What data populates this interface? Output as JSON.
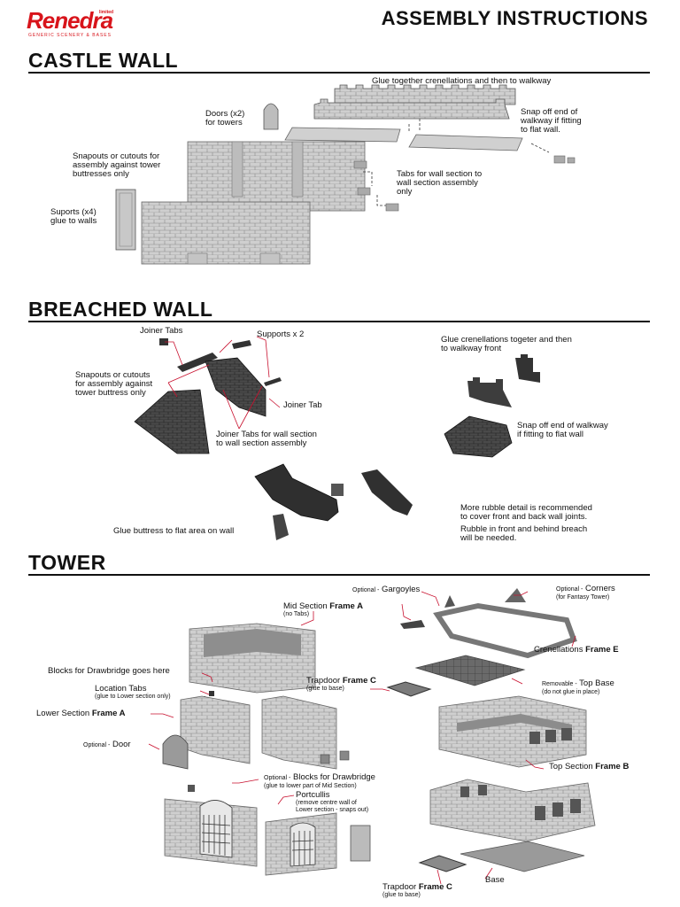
{
  "header": {
    "brand": "Renedra",
    "brand_suffix": "limited",
    "brand_tagline": "GENERIC SCENERY & BASES",
    "title": "ASSEMBLY INSTRUCTIONS"
  },
  "castle_wall": {
    "title": "CASTLE WALL",
    "labels": {
      "crenellations": "Glue together crenellations and then to walkway",
      "doors": [
        "Doors (x2)",
        "for towers"
      ],
      "snap_off": [
        "Snap off end of",
        "walkway if fitting",
        "to flat wall."
      ],
      "snapouts": [
        "Snapouts or cutouts for",
        "assembly against tower",
        "buttresses only"
      ],
      "tabs": [
        "Tabs for wall section to",
        "wall section assembly",
        "only"
      ],
      "supports": [
        "Suports (x4)",
        "glue to walls"
      ]
    }
  },
  "breached_wall": {
    "title": "BREACHED WALL",
    "labels": {
      "joiner_tabs": "Joiner Tabs",
      "supports": "Supports x 2",
      "glue_crenellations": [
        "Glue crenellations togeter and then",
        "to walkway front"
      ],
      "snapouts": [
        "Snapouts or cutouts",
        "for assembly against",
        "tower buttress only"
      ],
      "joiner_tab": "Joiner Tab",
      "joiner_tabs_wall": [
        "Joiner Tabs for wall section",
        "to wall section assembly"
      ],
      "snap_off": [
        "Snap off end of walkway",
        "if fitting to flat wall"
      ],
      "rubble_detail": [
        "More rubble detail is recommended",
        "to cover front and back wall joints."
      ],
      "rubble_breach": [
        "Rubble in front and behind breach",
        "will be needed."
      ],
      "glue_buttress": "Glue buttress to flat area on wall"
    }
  },
  "tower": {
    "title": "TOWER",
    "labels": {
      "optional": "Optional -",
      "gargoyles": "Gargoyles",
      "corners": "Corners",
      "corners_note": "(for Fantasy Tower)",
      "mid_section": "Mid Section",
      "mid_section_frame": "Frame A",
      "mid_section_note": "(no Tabs)",
      "crenellations": "Crenellations",
      "crenellations_frame": "Frame E",
      "blocks_drawbridge": "Blocks for Drawbridge goes here",
      "trapdoor": "Trapdoor",
      "trapdoor_frame_c": "Frame C",
      "trapdoor_note": "(glue to base)",
      "removable": "Removable -",
      "top_base": "Top Base",
      "top_base_note": "(do not glue in place)",
      "location_tabs": "Location Tabs",
      "location_tabs_note": "(glue to Lower section only)",
      "lower_section": "Lower Section",
      "lower_section_frame": "Frame A",
      "door": "Door",
      "top_section": "Top Section",
      "top_section_frame": "Frame B",
      "blocks_for_drawbridge": "Blocks for Drawbridge",
      "blocks_note": "(glue to lower part of Mid Section)",
      "portcullis": "Portcullis",
      "portcullis_note": [
        "(remove centre wall of",
        "Lower section - snaps out)"
      ],
      "base": "Base"
    }
  },
  "colors": {
    "brand_red": "#d8141b",
    "leader_red": "#c8102e",
    "stone_light": "#d9d9d9",
    "stone_mid": "#9a9a9a",
    "stone_dark": "#3a3a3a"
  }
}
